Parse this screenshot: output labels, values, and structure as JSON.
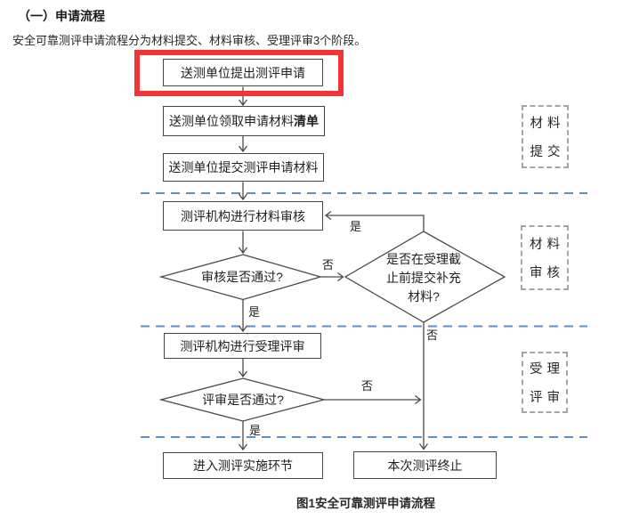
{
  "page": {
    "heading": "（一）申请流程",
    "intro": "安全可靠测评申请流程分为材料提交、材料审核、受理评审3个阶段。",
    "caption": "图1安全可靠测评申请流程"
  },
  "flowchart": {
    "boxes": {
      "apply": "送测单位提出测评申请",
      "receive_list_prefix": "送测单位领取申请材料",
      "receive_list_bold": "清单",
      "submit_materials": "送测单位提交测评申请材料",
      "material_review": "测评机构进行材料审核",
      "acceptance_review": "测评机构进行受理评审",
      "enter_implementation": "进入测评实施环节",
      "terminate": "本次测评终止"
    },
    "diamonds": {
      "audit_pass": "审核是否通过?",
      "supplement_lines": [
        "是否在受理截",
        "止前提交补充",
        "材料?"
      ],
      "review_pass": "评审是否通过?"
    },
    "labels": {
      "yes": "是",
      "no": "否"
    },
    "stages": [
      {
        "line1": "材料",
        "line2": "提交"
      },
      {
        "line1": "材料",
        "line2": "审核"
      },
      {
        "line1": "受理",
        "line2": "评审"
      }
    ]
  },
  "colors": {
    "highlight_red": "#f23338",
    "divider_blue": "#5e8fc4",
    "line_gray": "#4a4a4a"
  }
}
